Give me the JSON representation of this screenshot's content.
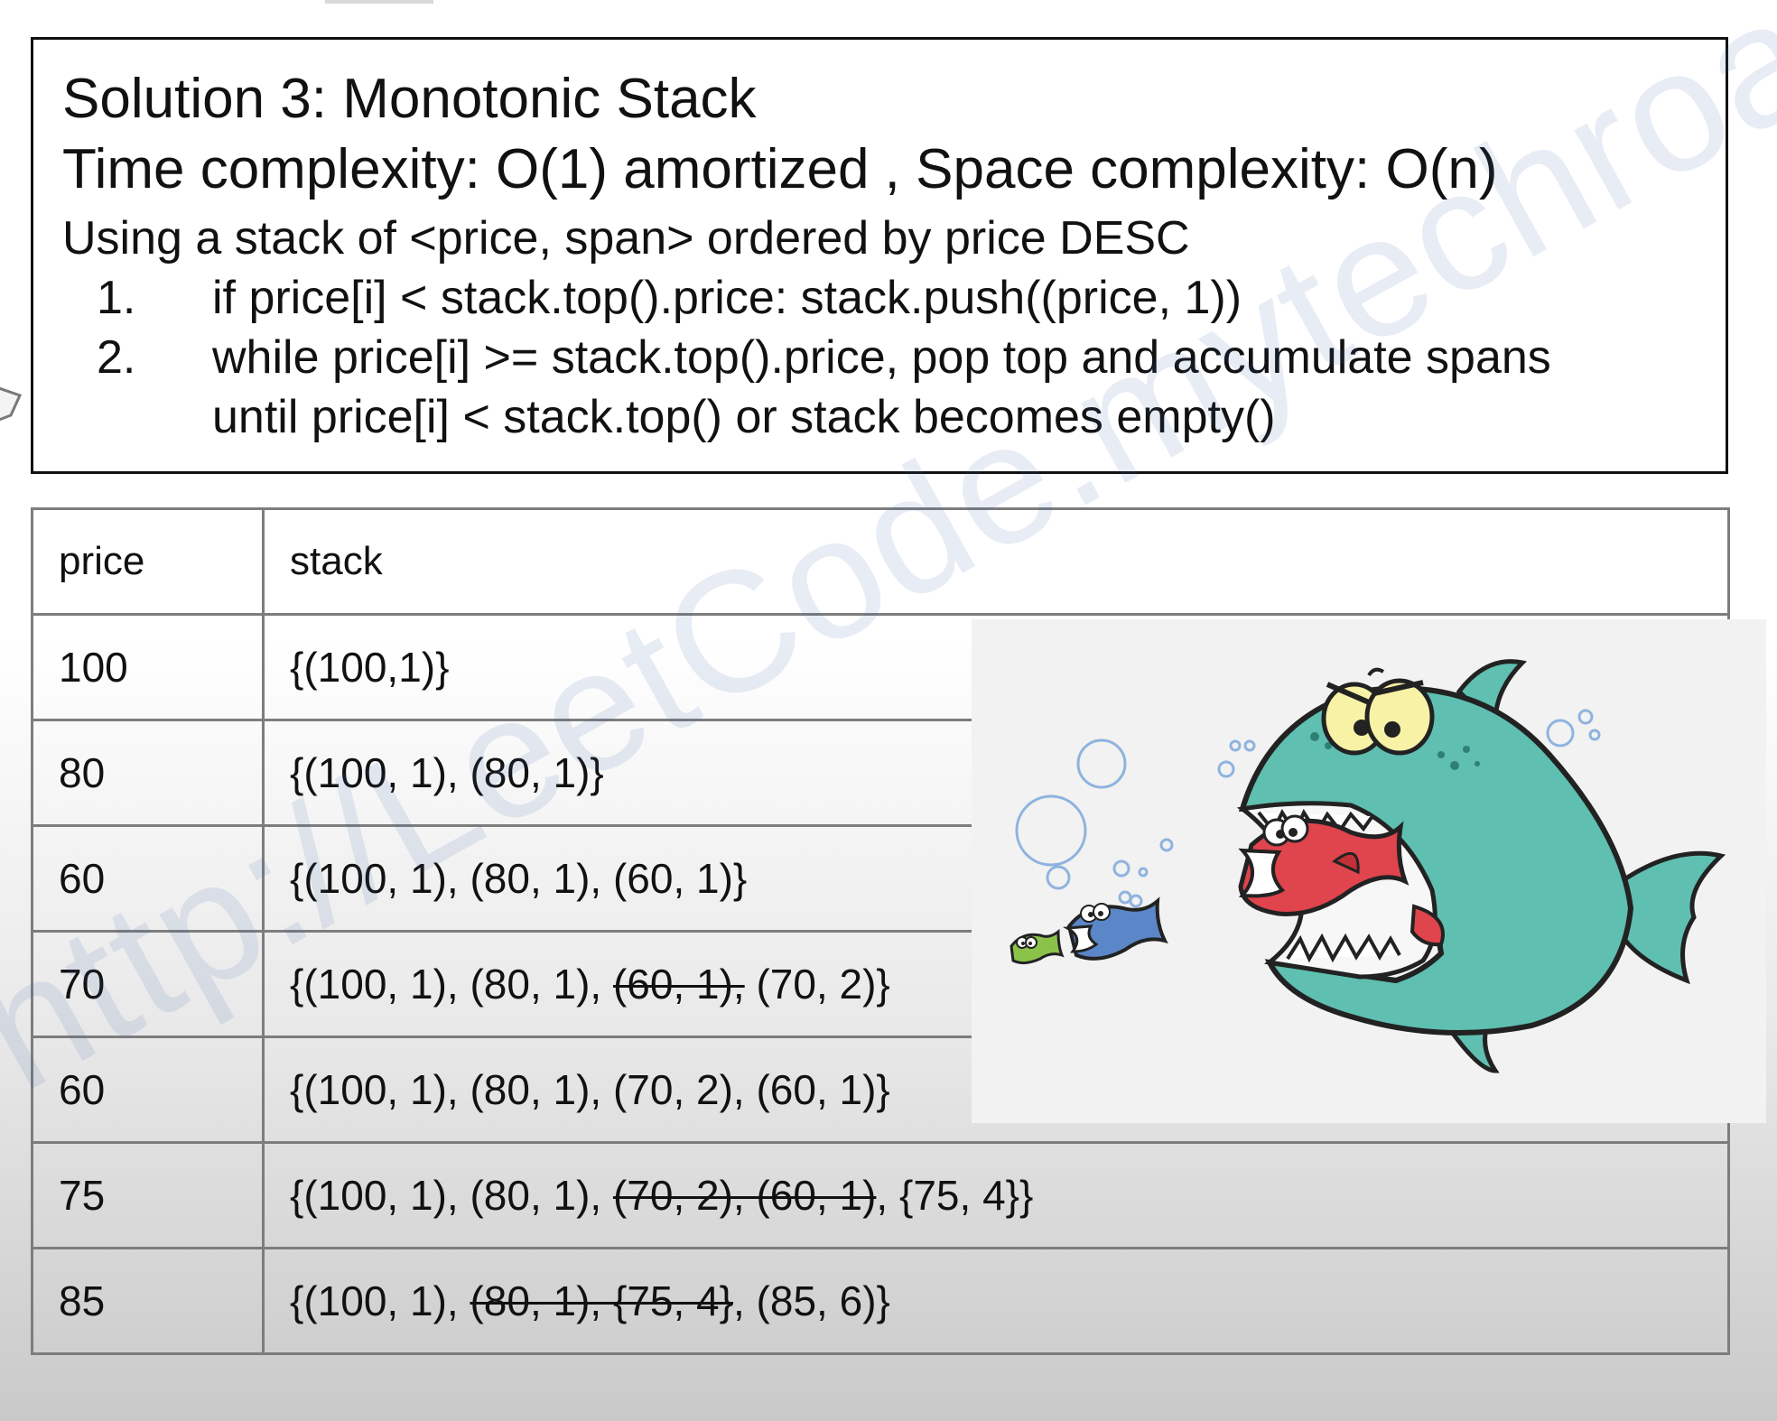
{
  "slide": {
    "title": "Solution 3: Monotonic Stack",
    "complexity": "Time complexity: O(1) amortized , Space complexity: O(n)",
    "description": "Using a stack of <price, span> ordered by price DESC",
    "steps": [
      {
        "number": "1.",
        "text": "if price[i] < stack.top().price: stack.push((price, 1))"
      },
      {
        "number": "2.",
        "text": "while price[i] >= stack.top().price, pop top and accumulate spans",
        "continuation": "until price[i] < stack.top() or stack becomes empty()"
      }
    ],
    "watermark": "http://LeetCode.mytechroad.com/blog/"
  },
  "table": {
    "headers": [
      "price",
      "stack"
    ],
    "rows": [
      {
        "price": "100",
        "parts": [
          {
            "text": "{(100,1)}",
            "struck": false
          }
        ]
      },
      {
        "price": "80",
        "parts": [
          {
            "text": "{(100, 1), (80, 1)}",
            "struck": false
          }
        ]
      },
      {
        "price": "60",
        "parts": [
          {
            "text": "{(100, 1), (80, 1), (60, 1)}",
            "struck": false
          }
        ]
      },
      {
        "price": "70",
        "parts": [
          {
            "text": "{(100, 1), (80, 1), ",
            "struck": false
          },
          {
            "text": "(60, 1),",
            "struck": true
          },
          {
            "text": " (70, 2)}",
            "struck": false
          }
        ]
      },
      {
        "price": "60",
        "parts": [
          {
            "text": "{(100, 1), (80, 1), (70, 2), (60, 1)}",
            "struck": false
          }
        ]
      },
      {
        "price": "75",
        "parts": [
          {
            "text": "{(100, 1), (80, 1), ",
            "struck": false
          },
          {
            "text": "(70, 2), (60, 1)",
            "struck": true
          },
          {
            "text": ", {75, 4}}",
            "struck": false
          }
        ]
      },
      {
        "price": "85",
        "parts": [
          {
            "text": "{(100, 1), ",
            "struck": false
          },
          {
            "text": "(80, 1), {75, 4}",
            "struck": true
          },
          {
            "text": ", (85, 6)}",
            "struck": false
          }
        ]
      }
    ]
  },
  "colors": {
    "shark": "#5fbfb0",
    "red_fish": "#e0444c",
    "blue_fish": "#5b86c8",
    "green_fish": "#8bc34a",
    "border": "#7d7d7d"
  }
}
